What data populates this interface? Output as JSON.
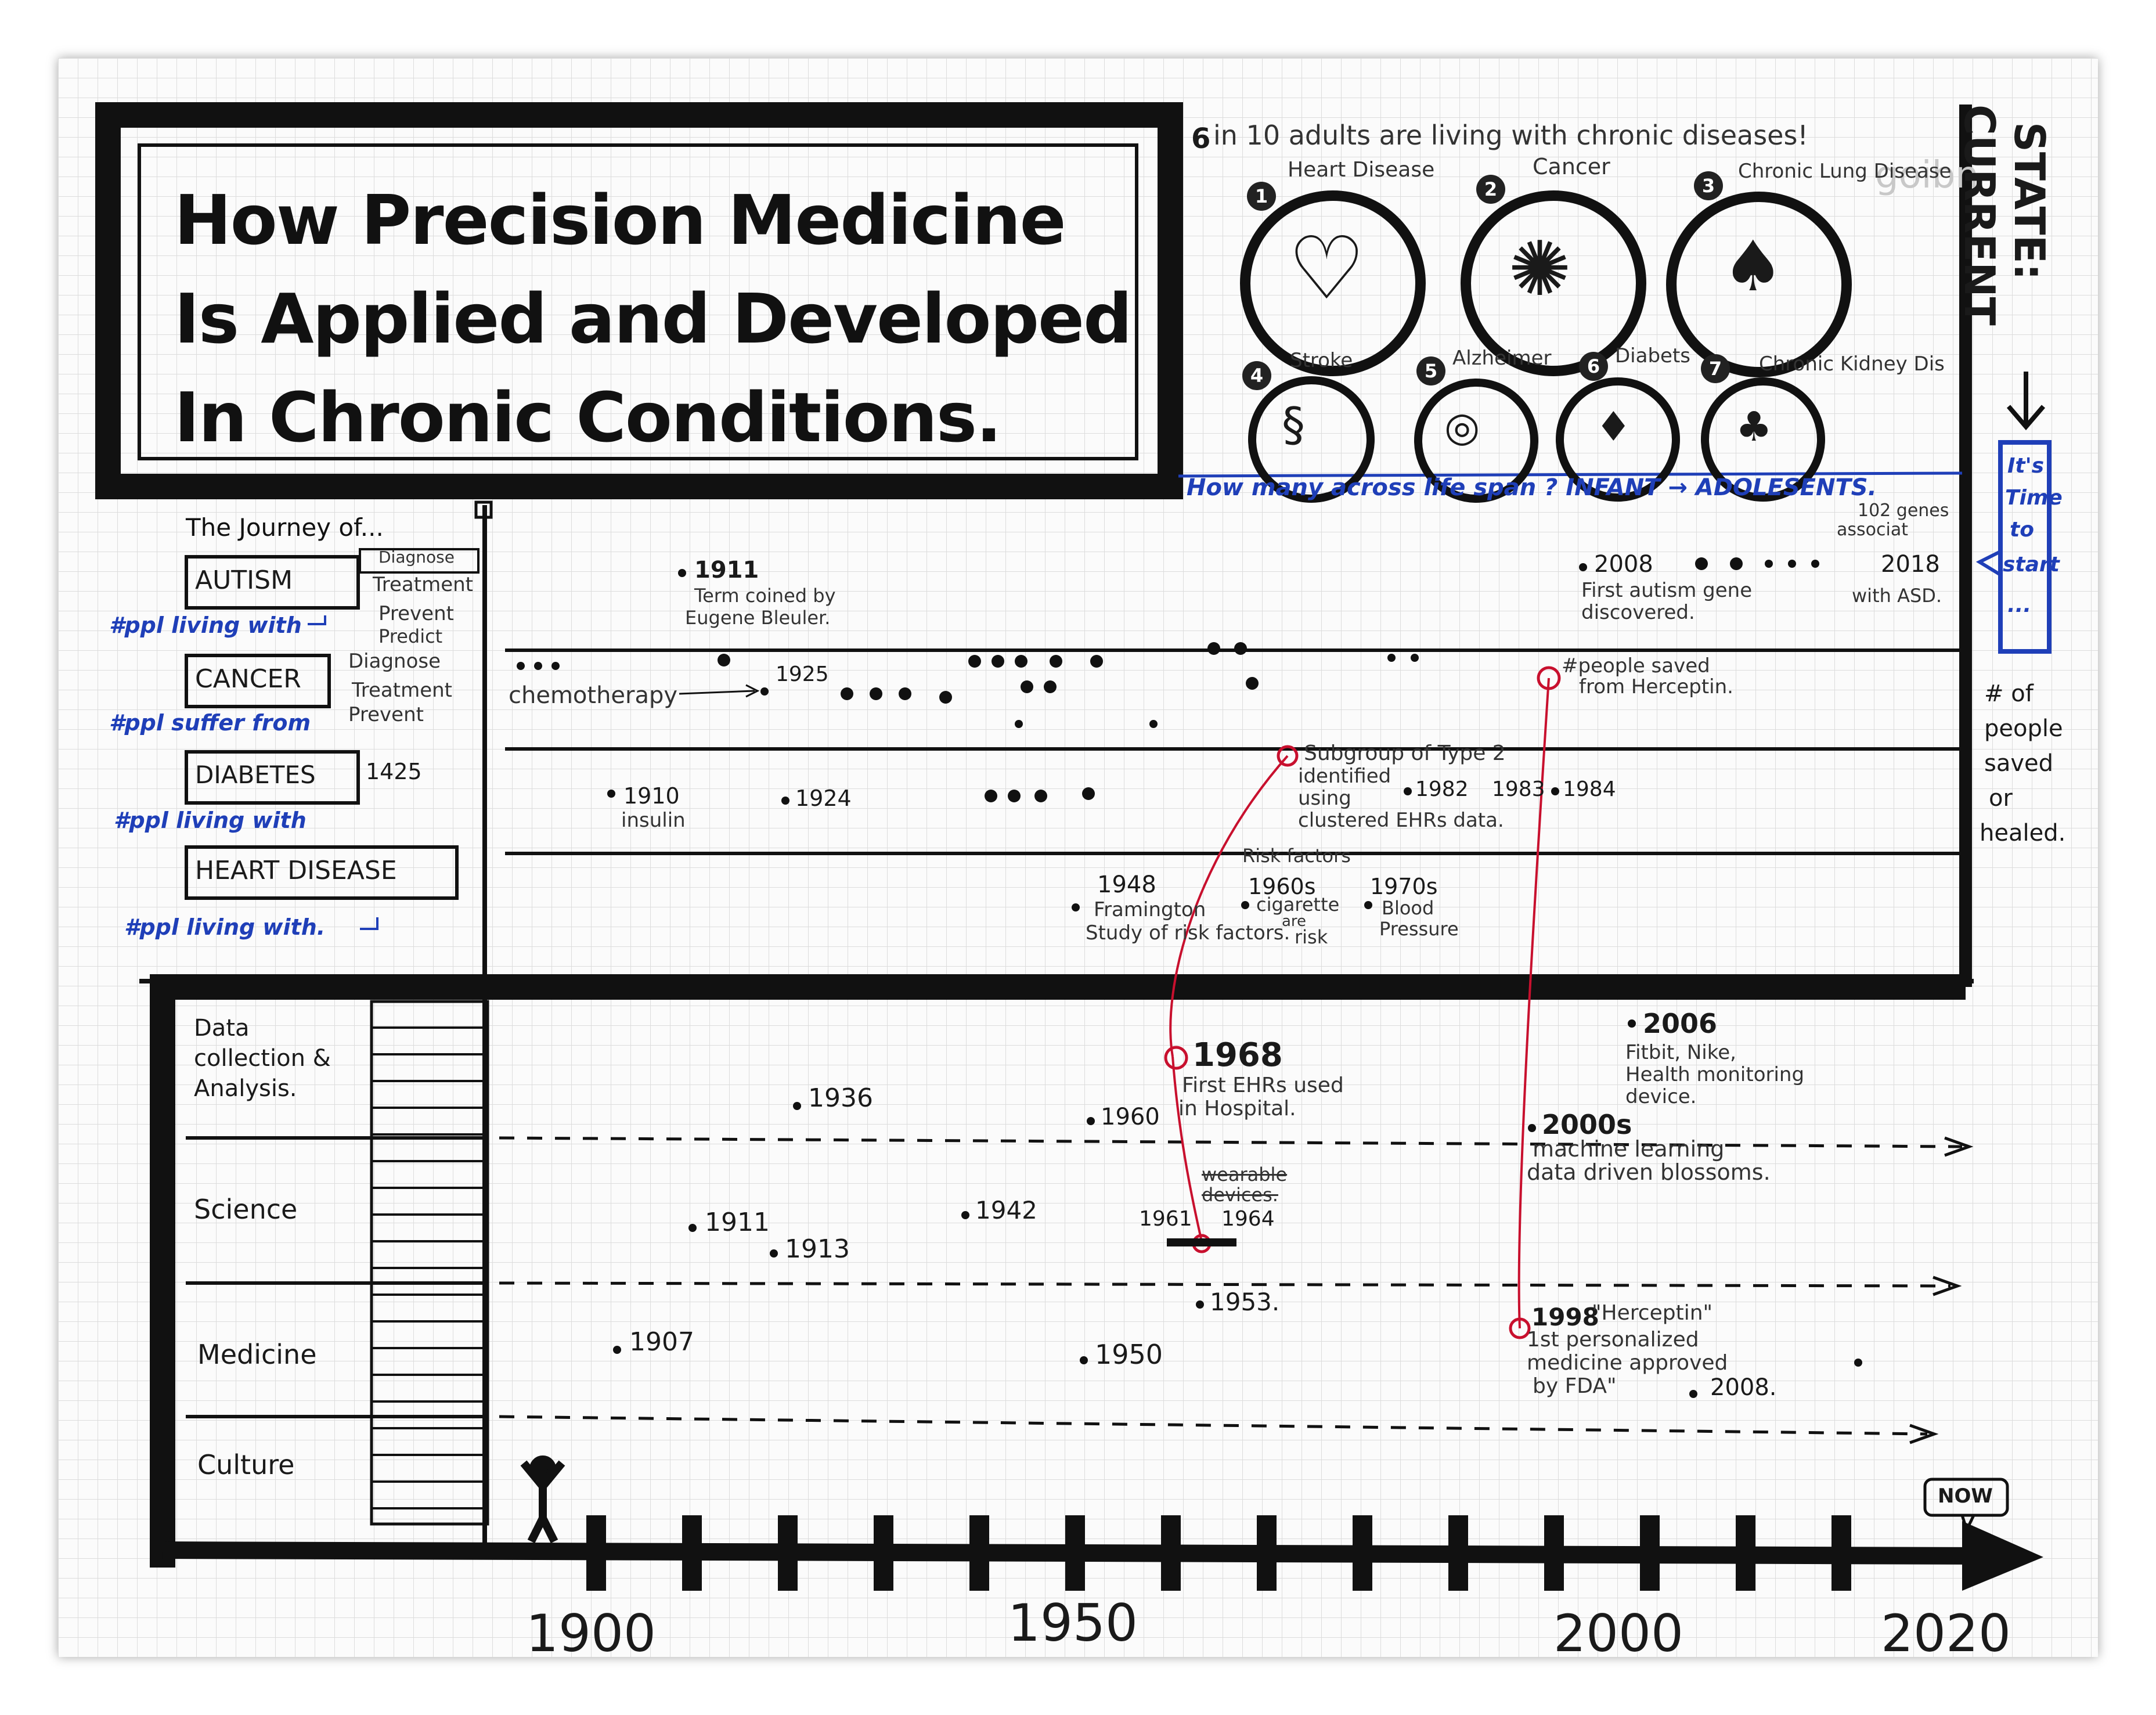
{
  "title": {
    "line1": "How Precision Medicine",
    "line2": "Is Applied and Developed",
    "line3": "In Chronic Conditions."
  },
  "current_state": {
    "label_line1": "CURRENT",
    "label_line2": "STATE:",
    "stat_prefix": "6",
    "stat_text": "in 10 adults are living with chronic diseases!",
    "brand": "goibn",
    "diseases": [
      {
        "num": "1",
        "name": "Heart Disease"
      },
      {
        "num": "2",
        "name": "Cancer"
      },
      {
        "num": "3",
        "name": "Chronic Lung Disease"
      },
      {
        "num": "4",
        "name": "Stroke"
      },
      {
        "num": "5",
        "name": "Alzheimer"
      },
      {
        "num": "6",
        "name": "Diabets"
      },
      {
        "num": "7",
        "name": "Chronic Kidney Dis"
      }
    ],
    "lifespan_text": "How many across life span ? INFANT → ADOLESENTS.",
    "time_to_start": [
      "It's",
      "Time",
      "to",
      "start",
      "..."
    ],
    "people_saved": [
      "# of",
      "people",
      "saved",
      "or",
      "healed."
    ]
  },
  "journey": {
    "heading": "The Journey of...",
    "conditions": [
      {
        "name": "AUTISM",
        "note": "#ppl living with"
      },
      {
        "name": "CANCER",
        "note": "#ppl suffer from"
      },
      {
        "name": "DIABETES",
        "note": "#ppl living with"
      },
      {
        "name": "HEART DISEASE",
        "note": "#ppl living with."
      }
    ],
    "autism_stages": [
      "Diagnose",
      "Treatment",
      "Prevent",
      "Predict"
    ],
    "cancer_stages": [
      "Diagnose",
      "Treatment",
      "Prevent"
    ],
    "diabetes_year": "1425",
    "autism_events": [
      {
        "year": "1911",
        "text1": "Term coined by",
        "text2": "Eugene Bleuler."
      },
      {
        "year": "2008",
        "text1": "First autism gene",
        "text2": "discovered."
      },
      {
        "year": "2018",
        "text1": "102 genes",
        "text2": "associat",
        "text3": "with ASD."
      }
    ],
    "cancer_events": [
      {
        "text": "chemotherapy"
      },
      {
        "year": "1925"
      },
      {
        "text1": "#people saved",
        "text2": "from Herceptin."
      }
    ],
    "diabetes_events": [
      {
        "year": "1910",
        "text": "insulin"
      },
      {
        "year": "1924"
      },
      {
        "text1": "Subgroup of Type 2",
        "text2": "identified",
        "text3": "using",
        "text4": "clustered EHRs data."
      },
      {
        "year": "1982"
      },
      {
        "year": "1983"
      },
      {
        "year": "1984"
      }
    ],
    "heart_events": [
      {
        "year": "1948",
        "text1": "Framington",
        "text2": "Study of risk factors."
      },
      {
        "label": "Risk factors",
        "year": "1960s",
        "text1": "cigarette",
        "text2": "are",
        "text3": "risk"
      },
      {
        "year": "1970s",
        "text1": "Blood",
        "text2": "Pressure"
      }
    ]
  },
  "lower": {
    "categories": [
      "Data collection & Analysis.",
      "Science",
      "Medicine",
      "Culture"
    ],
    "data_events": [
      {
        "year": "1936"
      },
      {
        "year": "1960"
      },
      {
        "year": "1968",
        "text1": "First EHRs used",
        "text2": "in Hospital."
      },
      {
        "year": "2006",
        "text1": "Fitbit, Nike,",
        "text2": "Health monitoring",
        "text3": "device."
      },
      {
        "year": "2000s",
        "text1": "machine learning",
        "text2": "data driven blossoms."
      }
    ],
    "science_events": [
      {
        "year": "1911"
      },
      {
        "year": "1913"
      },
      {
        "year": "1942"
      },
      {
        "year": "1961"
      },
      {
        "year": "1964"
      },
      {
        "text": "wearable devices."
      },
      {
        "year": "1953."
      }
    ],
    "medicine_events": [
      {
        "year": "1907"
      },
      {
        "year": "1950"
      },
      {
        "year": "1998",
        "text1": "\"Herceptin\"",
        "text2": "1st personalized",
        "text3": "medicine approved",
        "text4": "by FDA\""
      },
      {
        "year": "2008."
      }
    ]
  },
  "axis": {
    "labels": [
      "1900",
      "1950",
      "2000",
      "2020"
    ],
    "now": "NOW"
  }
}
